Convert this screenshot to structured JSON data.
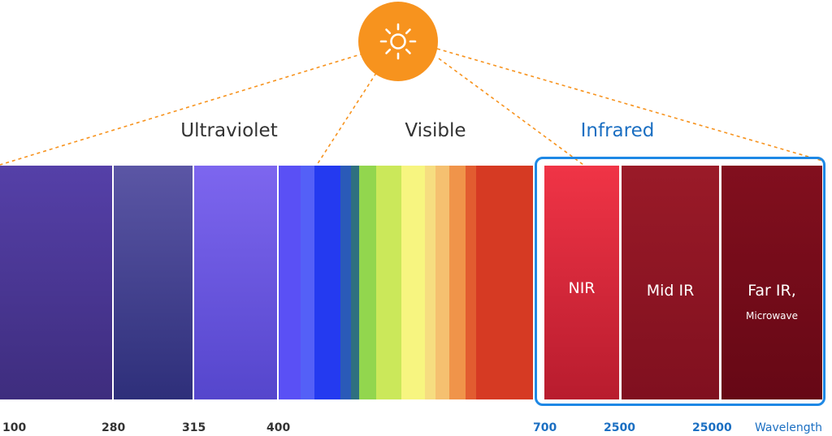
{
  "regions": {
    "ultraviolet": "Ultraviolet",
    "visible": "Visible",
    "infrared": "Infrared"
  },
  "bands": {
    "nir": "NIR",
    "mid_ir": "Mid IR",
    "far_ir": "Far IR,",
    "far_ir_sub": "Microwave"
  },
  "ticks": {
    "t100": "100",
    "t280": "280",
    "t315": "315",
    "t400": "400",
    "t700": "700",
    "t2500": "2500",
    "t25000": "25000"
  },
  "axis_label": "Wavelength",
  "colors": {
    "sun": "#f7931e",
    "ray": "#f7931e",
    "infrared_accent": "#1e88e5",
    "ultraviolet_bands": [
      "#5540a8",
      "#4a4a9e",
      "#7865e8",
      "#5a50f5"
    ],
    "visible_stripes": [
      "#5460f7",
      "#243af0",
      "#2a5ab8",
      "#2f7080",
      "#92d64e",
      "#cbe85a",
      "#f7f580",
      "#f6dd80",
      "#f5c070",
      "#f0944a",
      "#e25c30",
      "#d63a23"
    ],
    "infrared_bands": [
      "#ee3244",
      "#8f1423",
      "#7a0b1a"
    ]
  },
  "icons": {
    "sun": "sun-icon"
  }
}
